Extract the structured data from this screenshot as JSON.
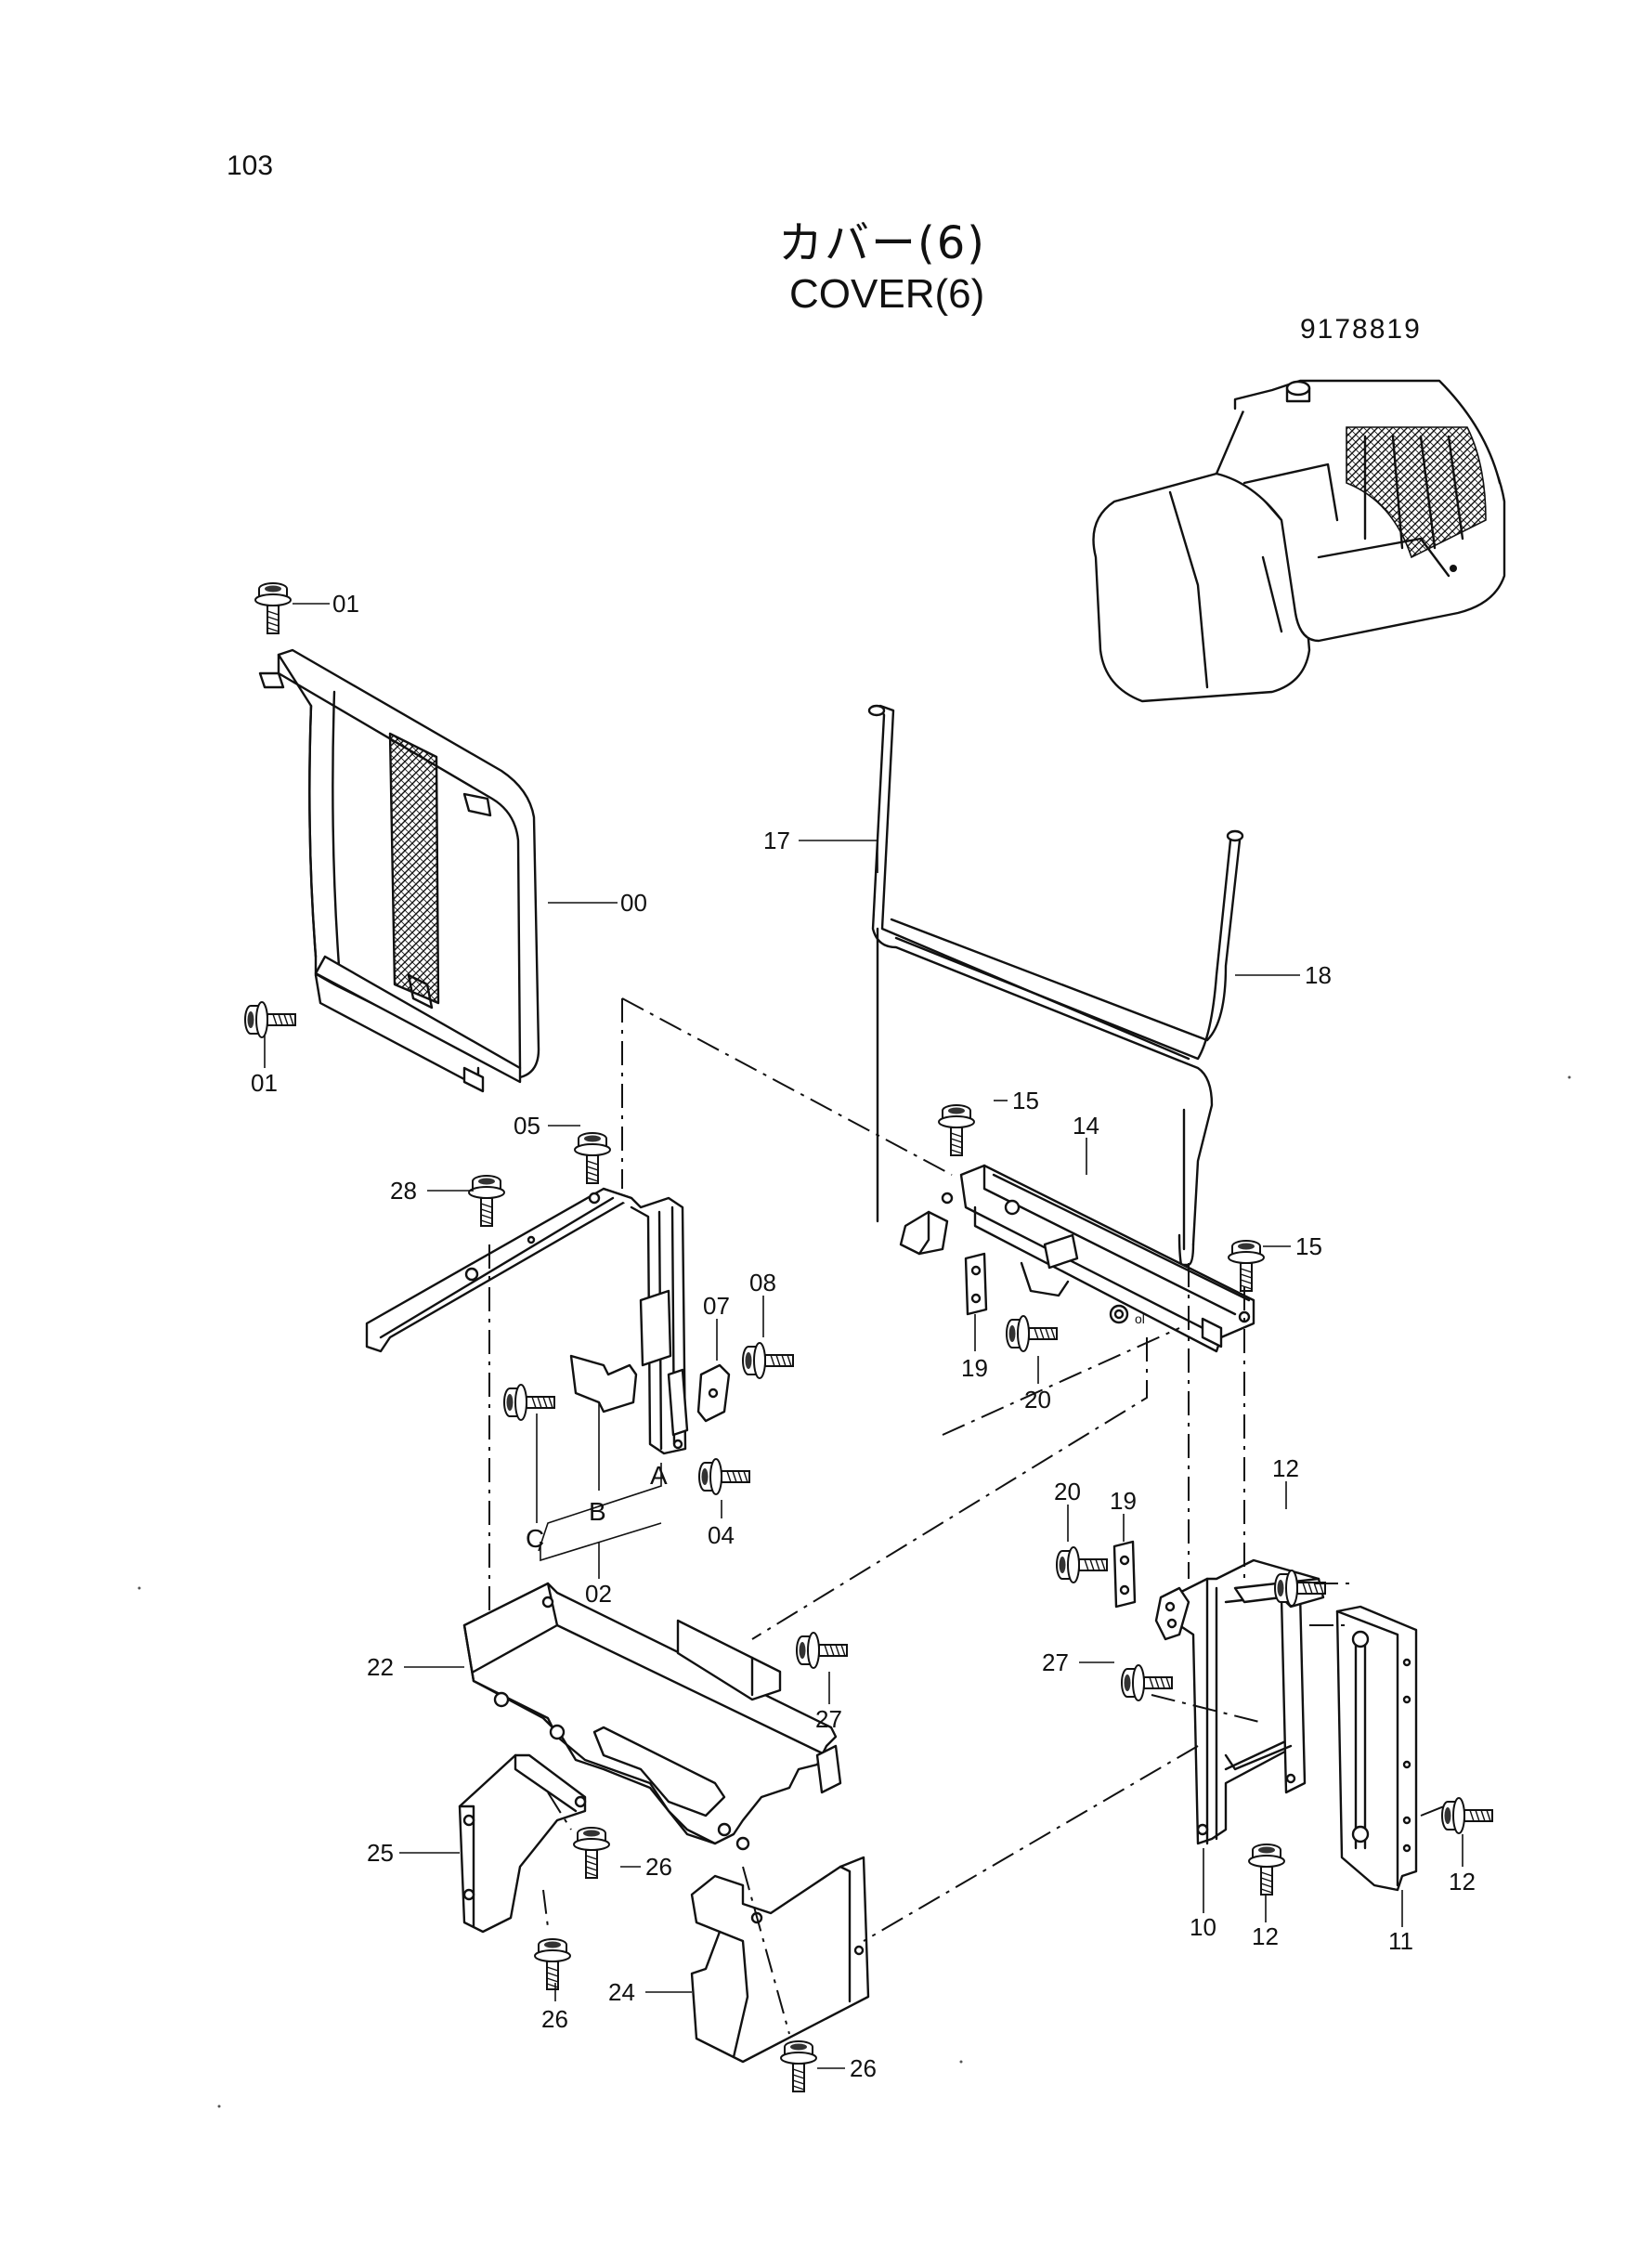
{
  "header": {
    "page_number": "103",
    "title_jp": "カバー(6)",
    "title_en": "COVER(6)",
    "document_number": "9178819"
  },
  "callouts": [
    {
      "id": "c01a",
      "text": "01"
    },
    {
      "id": "c00",
      "text": "00"
    },
    {
      "id": "c01b",
      "text": "01"
    },
    {
      "id": "c17",
      "text": "17"
    },
    {
      "id": "c18",
      "text": "18"
    },
    {
      "id": "c05",
      "text": "05"
    },
    {
      "id": "c28",
      "text": "28"
    },
    {
      "id": "c15a",
      "text": "15"
    },
    {
      "id": "c14",
      "text": "14"
    },
    {
      "id": "c15b",
      "text": "15"
    },
    {
      "id": "c08",
      "text": "08"
    },
    {
      "id": "c07",
      "text": "07"
    },
    {
      "id": "c19a",
      "text": "19"
    },
    {
      "id": "c20a",
      "text": "20"
    },
    {
      "id": "cA",
      "text": "A"
    },
    {
      "id": "cB",
      "text": "B"
    },
    {
      "id": "cC",
      "text": "C"
    },
    {
      "id": "c02",
      "text": "02"
    },
    {
      "id": "c04",
      "text": "04"
    },
    {
      "id": "c20b",
      "text": "20"
    },
    {
      "id": "c19b",
      "text": "19"
    },
    {
      "id": "c12a",
      "text": "12"
    },
    {
      "id": "c27a",
      "text": "27"
    },
    {
      "id": "c22",
      "text": "22"
    },
    {
      "id": "c27b",
      "text": "27"
    },
    {
      "id": "c25",
      "text": "25"
    },
    {
      "id": "c26a",
      "text": "26"
    },
    {
      "id": "c26b",
      "text": "26"
    },
    {
      "id": "c24",
      "text": "24"
    },
    {
      "id": "c26c",
      "text": "26"
    },
    {
      "id": "c10",
      "text": "10"
    },
    {
      "id": "c12b",
      "text": "12"
    },
    {
      "id": "c11",
      "text": "11"
    },
    {
      "id": "c12c",
      "text": "12"
    }
  ]
}
